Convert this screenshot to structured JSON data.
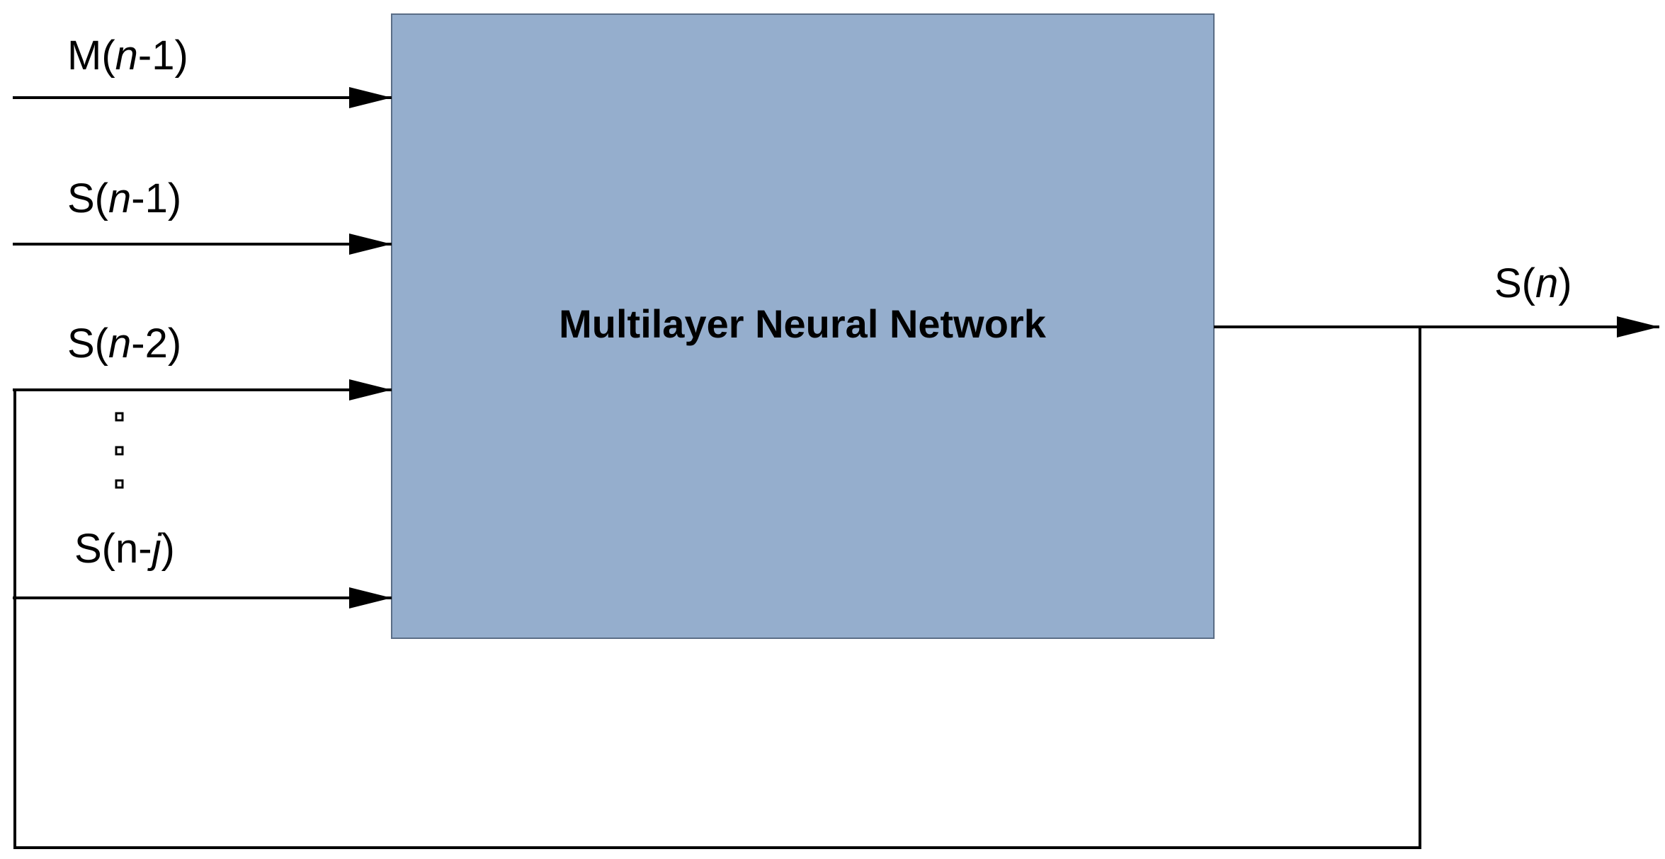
{
  "block": {
    "label": "Multilayer Neural Network",
    "fill_color": "#95aecd",
    "border_color": "#5a6d86"
  },
  "inputs": [
    {
      "prefix": "M(",
      "var": "n",
      "suffix": "-1)"
    },
    {
      "prefix": "S(",
      "var": "n",
      "suffix": "-1)"
    },
    {
      "prefix": "S(",
      "var": "n",
      "suffix": "-2)"
    },
    {
      "prefix": "S(n-",
      "var": "j",
      "suffix": ")"
    }
  ],
  "output": {
    "prefix": "S(",
    "var": "n",
    "suffix": ")"
  },
  "ellipsis": "vertical-dots"
}
